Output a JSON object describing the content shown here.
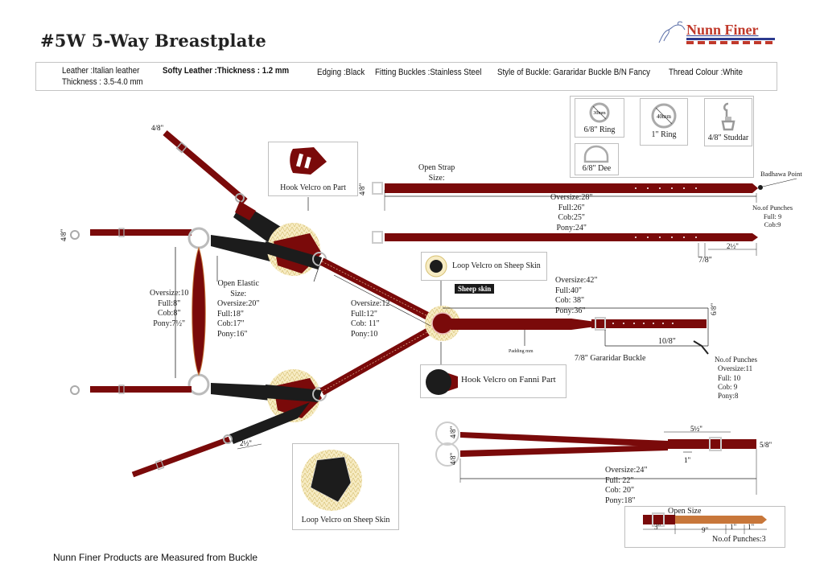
{
  "title": "#5W 5-Way Breastplate",
  "brand": {
    "name": "Nunn Finer",
    "logo_icon": "horse-jumper-icon",
    "accent": "#c0392b",
    "secondary": "#2b3a8f"
  },
  "specs": {
    "leather": "Leather :Italian leather",
    "thickness": "Thickness : 3.5-4.0 mm",
    "softy_leather": "Softy Leather :Thickness : 1.2 mm",
    "edging": "Edging :Black",
    "fitting_buckles": "Fitting Buckles :Stainless Steel",
    "style_of_buckle": "Style of Buckle: Gararidar Buckle B/N Fancy",
    "thread_colour": "Thread Colour :White"
  },
  "hardware": [
    {
      "inner": "30mm",
      "label": "6/8\" Ring",
      "icon": "ring-icon"
    },
    {
      "inner": "40mm",
      "label": "1\" Ring",
      "icon": "ring-icon"
    },
    {
      "inner": "",
      "label": "4/8\" Studdar",
      "icon": "snap-hook-icon"
    },
    {
      "inner": "",
      "label": "6/8\" Dee",
      "icon": "dee-ring-icon"
    }
  ],
  "callouts": {
    "hook_velcro_part": "Hook Velcro on Part",
    "loop_velcro_sheep": "Loop Velcro on Sheep Skin",
    "sheep_skin": "Sheep skin",
    "hook_velcro_fanni": "Hook Velcro on Fanni Part",
    "loop_velcro_sheep_bottom": "Loop Velcro on Sheep Skin",
    "padding": "Padding     mm",
    "buckle": "7/8\" Gararidar Buckle",
    "badhawa_point": "Badhawa Point"
  },
  "open_strap": {
    "title_1": "Open Strap",
    "title_2": "Size:",
    "width": "4/8\"",
    "sizes": [
      "Oversize:28\"",
      "Full:26\"",
      "Cob:25\"",
      "Pony:24\""
    ],
    "punches": [
      "No.of Punches",
      "Full: 9",
      "Cob:9"
    ],
    "hole_spacing": "7/8\"",
    "tip_length": "2½\""
  },
  "neck_straps": {
    "width_top": "4/8\"",
    "width_left": "4/8\""
  },
  "center_elastic": {
    "sizes": [
      "Oversize:10",
      "Full:8\"",
      "Cob:8\"",
      "Pony:7½\""
    ]
  },
  "open_elastic": {
    "title_1": "Open Elastic",
    "title_2": "Size:",
    "sizes": [
      "Oversize:20\"",
      "Full:18\"",
      "Cob:17\"",
      "Pony:16\""
    ]
  },
  "yoke_arm": {
    "sizes": [
      "Oversize:12",
      "Full:12\"",
      "Cob: 11\"",
      "Pony:10"
    ]
  },
  "girth_strap": {
    "sizes": [
      "Oversize:42\"",
      "Full:40\"",
      "Cob: 38\"",
      "Pony:36\""
    ],
    "width": "6/8\"",
    "hole_spacing": "10/8\"",
    "punches": [
      "No.of Punches",
      "Oversize:11",
      "Full: 10",
      "Cob: 9",
      "Pony:8"
    ]
  },
  "bottom_tug": {
    "tip": "2½\""
  },
  "fork_strap": {
    "ring_widths": [
      "4/8\"",
      "4/8\""
    ],
    "split": "5½\"",
    "keeper": "1\"",
    "end_width": "5/8\"",
    "sizes": [
      "Oversize:24\"",
      "Full: 22\"",
      "Cob: 20\"",
      "Pony:18\""
    ]
  },
  "open_size": {
    "title": "Open Size",
    "a": "3\"",
    "b": "9\"",
    "c": "1\"",
    "d": "1\"",
    "punches": "No.of Punches:3"
  },
  "footer": "Nunn Finer Products are Measured from Buckle",
  "colors": {
    "leather": "#7a0a0a",
    "padding": "#1c1c1c",
    "fleece": "#f3e6b0",
    "tan": "#c8773a"
  }
}
